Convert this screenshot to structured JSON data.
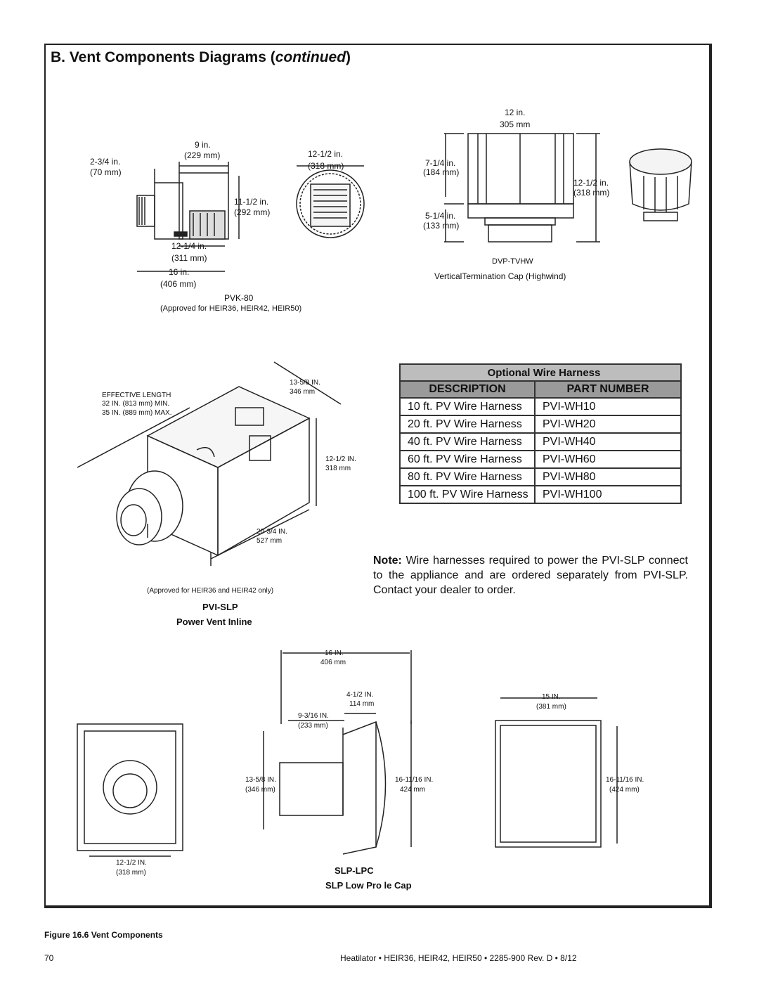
{
  "heading": {
    "prefix": "B.  Vent Components Diagrams (",
    "emph": "continued",
    "suffix": ")"
  },
  "pvk": {
    "d1": "9 in.",
    "d1m": "(229 mm)",
    "d2": "2-3/4 in.",
    "d2m": "(70 mm)",
    "d3": "12-1/2 in.",
    "d3m": "(318 mm)",
    "d4": "11-1/2 in.",
    "d4m": "(292 mm)",
    "d5": "12-1/4 in.",
    "d5m": "(311 mm)",
    "d6": "16 in.",
    "d6m": "(406 mm)",
    "name": "PVK-80",
    "approved": "(Approved for HEIR36, HEIR42, HEIR50)"
  },
  "dvp": {
    "d1": "12 in.",
    "d1m": "305 mm",
    "d2": "7-1/4 in.",
    "d2m": "(184 mm)",
    "d3": "12-1/2 in.",
    "d3m": "(318 mm)",
    "d4": "5-1/4 in.",
    "d4m": "(133 mm)",
    "name": "DVP-TVHW",
    "desc": "VerticalTermination Cap (Highwind)"
  },
  "pvi": {
    "eff1": "EFFECTIVE LENGTH",
    "eff2": "32 IN. (813 mm) MIN.",
    "eff3": "35 IN. (889 mm) MAX.",
    "d1": "13-5/8 IN.",
    "d1m": "346 mm",
    "d2": "12-1/2 IN.",
    "d2m": "318 mm",
    "d3": "20-3/4 IN.",
    "d3m": "527 mm",
    "approved": "(Approved for HEIR36 and HEIR42 only)",
    "name": "PVI-SLP",
    "desc": "Power Vent Inline"
  },
  "harness": {
    "title": "Optional Wire Harness",
    "col1": "DESCRIPTION",
    "col2": "PART NUMBER",
    "rows": [
      {
        "desc": "10 ft. PV Wire Harness",
        "part": "PVI-WH10"
      },
      {
        "desc": "20 ft. PV Wire Harness",
        "part": "PVI-WH20"
      },
      {
        "desc": "40 ft. PV Wire Harness",
        "part": "PVI-WH40"
      },
      {
        "desc": "60 ft. PV Wire Harness",
        "part": "PVI-WH60"
      },
      {
        "desc": "80 ft. PV Wire Harness",
        "part": "PVI-WH80"
      },
      {
        "desc": "100 ft. PV Wire Harness",
        "part": "PVI-WH100"
      }
    ]
  },
  "note": {
    "label": "Note:",
    "text": " Wire harnesses required to power the PVI-SLP connect to the appliance and are ordered separately from PVI-SLP. Contact your dealer to order."
  },
  "slp": {
    "d1": "16 IN.",
    "d1m": "406 mm",
    "d2": "4-1/2 IN.",
    "d2m": "114 mm",
    "d3": "9-3/16 IN.",
    "d3m": "(233 mm)",
    "d4": "13-5/8 IN.",
    "d4m": "(346 mm)",
    "d5": "16-11/16 IN.",
    "d5m": "424 mm",
    "d6": "12-1/2 IN.",
    "d6m": "(318 mm)",
    "d7": "15 IN.",
    "d7m": "(381 mm)",
    "d8": "16-11/16 IN.",
    "d8m": "(424 mm)",
    "name": "SLP-LPC",
    "desc": "SLP Low Pro  le Cap"
  },
  "figure": "Figure 16.6  Vent Components",
  "page_number": "70",
  "footer": "Heatilator • HEIR36, HEIR42, HEIR50 • 2285-900 Rev. D • 8/12"
}
